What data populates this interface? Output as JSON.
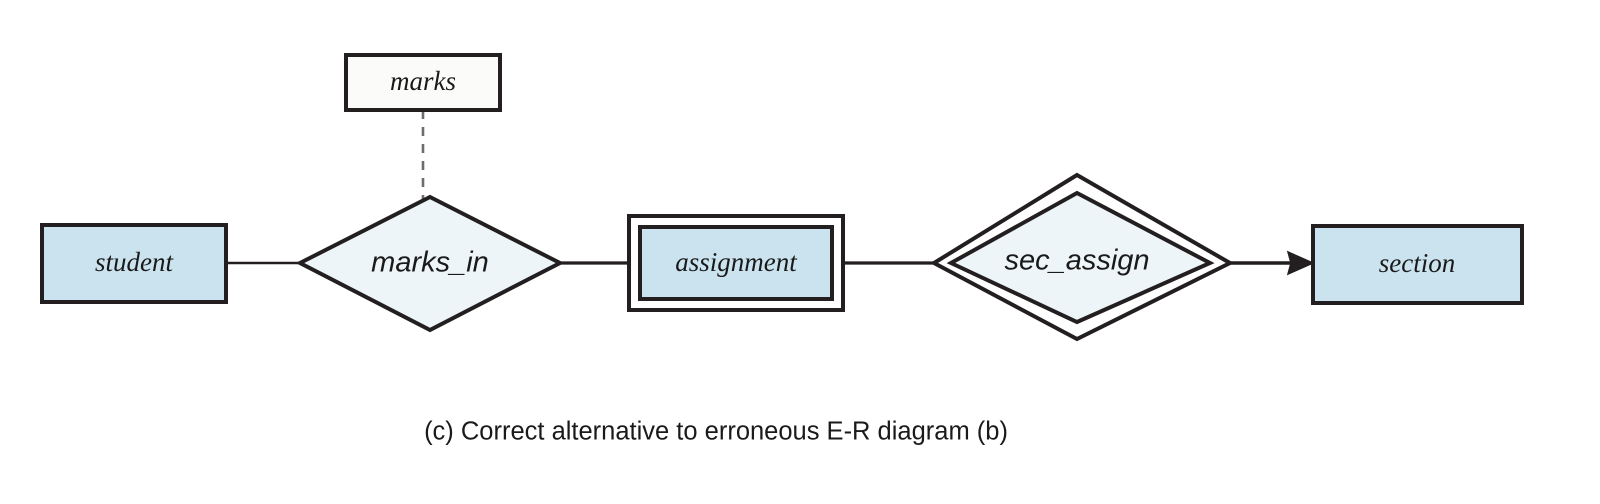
{
  "diagram": {
    "type": "er-diagram",
    "caption": "(c) Correct alternative to erroneous E-R diagram (b)",
    "colors": {
      "entity_fill": "#cbe3ef",
      "relationship_fill": "#edf5f8",
      "attribute_fill": "#fbfbf9",
      "stroke": "#231f20",
      "background": "#ffffff"
    },
    "entities": [
      {
        "id": "student",
        "label": "student",
        "kind": "strong-entity"
      },
      {
        "id": "assignment",
        "label": "assignment",
        "kind": "weak-entity"
      },
      {
        "id": "section",
        "label": "section",
        "kind": "strong-entity"
      }
    ],
    "relationships": [
      {
        "id": "marks_in",
        "label": "marks_in",
        "kind": "relationship"
      },
      {
        "id": "sec_assign",
        "label": "sec_assign",
        "kind": "identifying-relationship"
      }
    ],
    "attributes": [
      {
        "id": "marks",
        "label": "marks",
        "kind": "descriptive-attribute",
        "attached_to": "marks_in"
      }
    ],
    "edges": [
      {
        "from": "student",
        "to": "marks_in",
        "style": "solid",
        "arrow": "none"
      },
      {
        "from": "marks",
        "to": "marks_in",
        "style": "dashed",
        "arrow": "none"
      },
      {
        "from": "marks_in",
        "to": "assignment",
        "style": "solid",
        "arrow": "none"
      },
      {
        "from": "assignment",
        "to": "sec_assign",
        "style": "solid",
        "arrow": "none"
      },
      {
        "from": "sec_assign",
        "to": "section",
        "style": "solid",
        "arrow": "to-section"
      }
    ]
  }
}
